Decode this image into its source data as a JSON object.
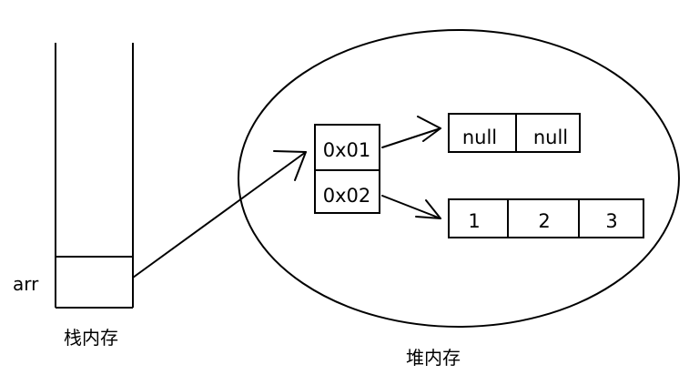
{
  "stack": {
    "caption": "栈内存",
    "variable_label": "arr"
  },
  "heap": {
    "caption": "堆内存",
    "outer_array": [
      "0x01",
      "0x02"
    ],
    "inner_arrays": [
      {
        "address": "0x01",
        "cells": [
          "null",
          "null"
        ]
      },
      {
        "address": "0x02",
        "cells": [
          "1",
          "2",
          "3"
        ]
      }
    ]
  }
}
